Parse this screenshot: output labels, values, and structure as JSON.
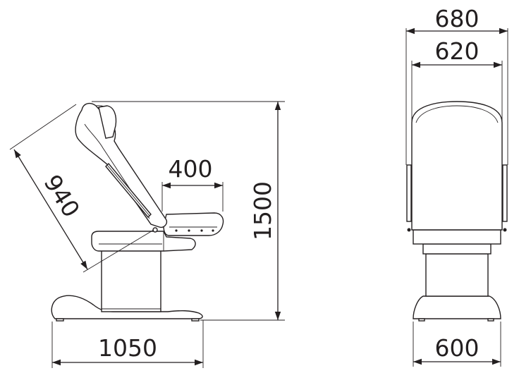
{
  "side_view": {
    "dim_length": "1050",
    "dim_height": "1500",
    "dim_backrest": "940",
    "dim_seat": "400"
  },
  "front_view": {
    "dim_outer_width": "680",
    "dim_inner_width": "620",
    "dim_base_width": "600"
  },
  "colors": {
    "line": "#231f20",
    "background": "#ffffff"
  }
}
